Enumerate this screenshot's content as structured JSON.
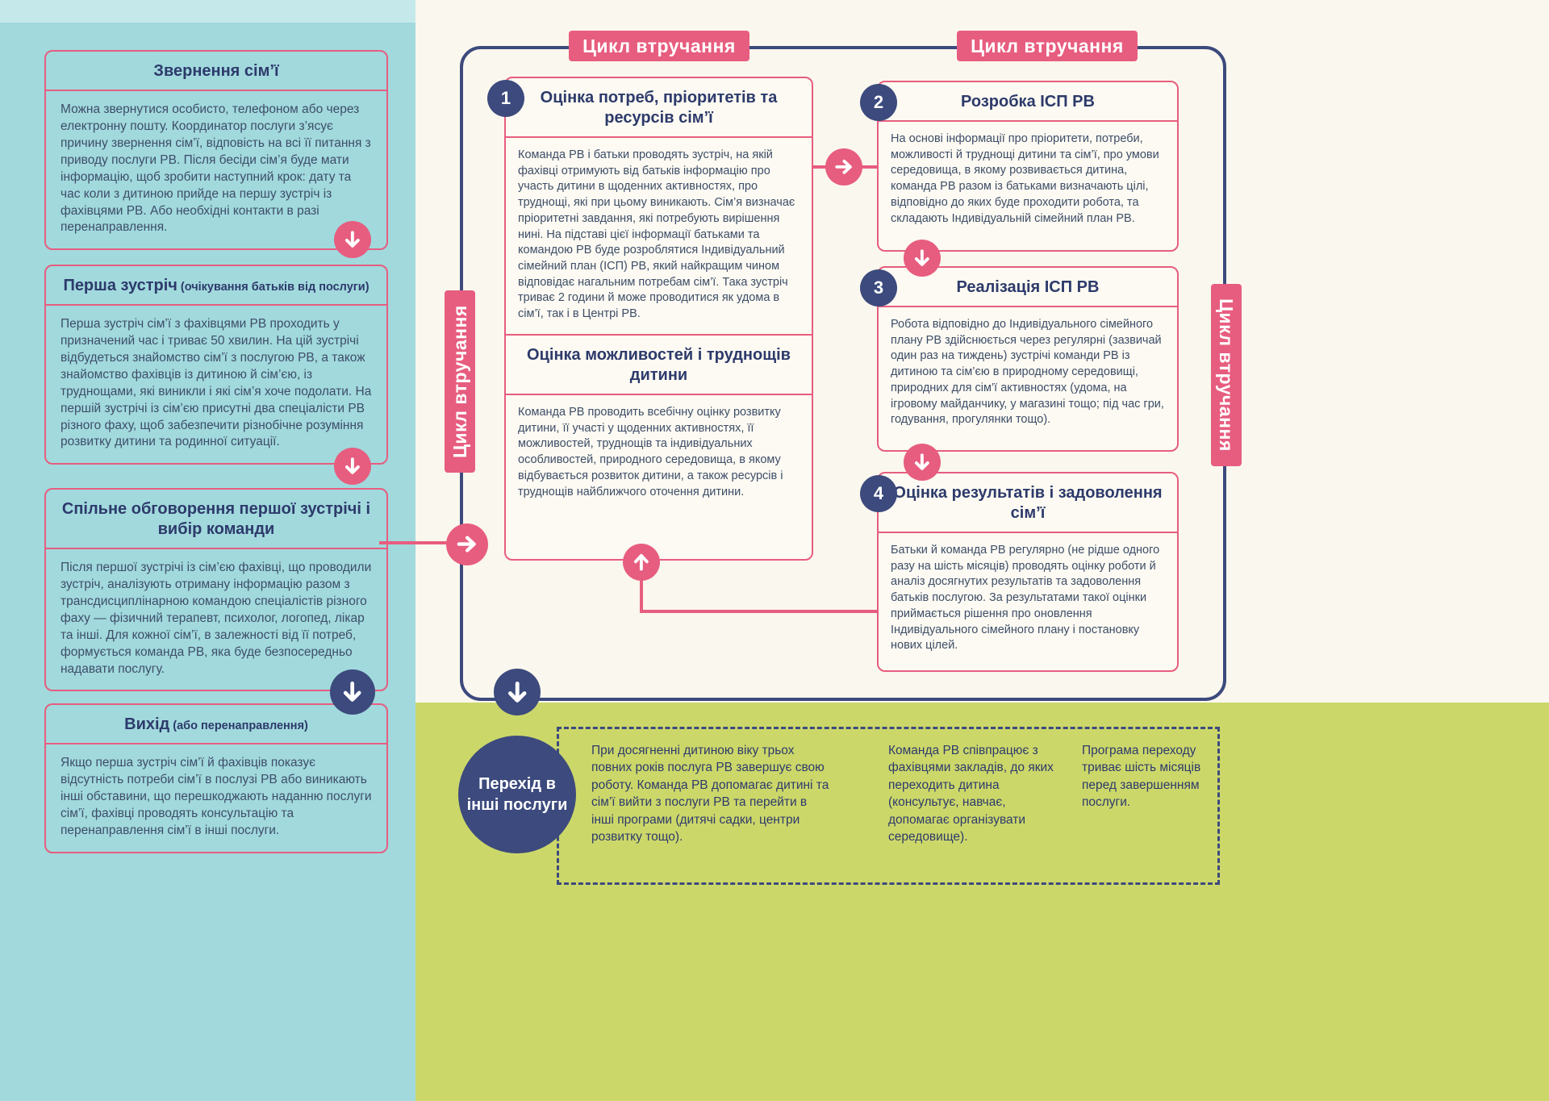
{
  "colors": {
    "cyan": "#a1d9dd",
    "cream": "#faf7ee",
    "green": "#ccd76a",
    "pink": "#e75d7f",
    "navy": "#3c4a7d",
    "navy-text": "#2d3a6b",
    "text": "#3e4d68"
  },
  "left_column": {
    "boxes": [
      {
        "title": "Звернення сім’ї",
        "title_suffix": "",
        "body": "Можна звернутися особисто, телефоном або через електронну пошту. Координатор послуги з’ясує причину звернення сім’ї, відповість на всі її питання з приводу послуги РВ. Після бесіди сім’я буде мати інформацію, щоб зробити наступний крок: дату та час коли з дитиною прийде на першу зустріч із фахівцями РВ. Або необхідні контакти в разі перенаправлення."
      },
      {
        "title": "Перша зустріч",
        "title_suffix": "(очікування батьків від послуги)",
        "body": "Перша зустріч сім’ї з фахівцями РВ проходить у призначений час і триває 50 хвилин. На цій зустрічі відбудеться знайомство сім’ї з послугою РВ, а також знайомство фахівців із дитиною й сім’єю, із труднощами, які виникли і які сім’я хоче подолати. На першій зустрічі із сім’єю присутні два спеціалісти РВ різного фаху, щоб забезпечити різнобічне розуміння розвитку дитини та родинної ситуації."
      },
      {
        "title": "Спільне обговорення першої зустрічі і вибір команди",
        "title_suffix": "",
        "body": "Після першої зустрічі із сім’єю фахівці, що проводили зустріч, аналізують отриману інформацію разом з трансдисциплінарною командою спеціалістів різного фаху — фізичний терапевт, психолог, логопед, лікар та інші. Для кожної сім’ї, в залежності від її потреб, формується команда РВ, яка буде безпосередньо надавати послугу."
      },
      {
        "title": "Вихід",
        "title_suffix": "(або перенаправлення)",
        "body": "Якщо перша зустріч сім’ї й фахівців показує відсутність потреби сім’ї в послузі РВ або виникають інші обставини, що перешкоджають наданню послуги сім’ї, фахівці проводять консультацію та перенаправлення сім’ї в інші послуги."
      }
    ]
  },
  "cycle": {
    "banner_label": "Цикл втручання",
    "steps": [
      {
        "number": "1",
        "title": "Оцінка потреб, пріоритетів та ресурсів сім’ї",
        "body": "Команда РВ і батьки проводять зустріч, на якій фахівці отримують від батьків інформацію про участь дитини в щоденних активностях, про труднощі, які при цьому виникають. Сім’я визначає пріоритетні завдання, які потребують вирішення нині. На підставі цієї інформації батьками та командою РВ буде розроблятися Індивідуальний сімейний план (ІСП) РВ, який найкращим чином відповідає нагальним потребам сім’ї. Така зустріч триває 2 години й може проводитися як удома в сім’ї, так і в Центрі РВ.",
        "subsection": {
          "title": "Оцінка можливостей і труднощів дитини",
          "body": "Команда РВ проводить всебічну оцінку розвитку дитини, її участі у щоденних активностях, її можливостей, труднощів та індивідуальних особливостей, природного середовища, в якому відбувається розвиток дитини, а також ресурсів і труднощів найближчого оточення дитини."
        }
      },
      {
        "number": "2",
        "title": "Розробка ІСП РВ",
        "body": "На основі інформації про пріоритети, потреби, можливості й труднощі дитини та сім’ї, про умови середовища, в якому розвивається дитина, команда РВ разом із батьками визначають цілі, відповідно до яких буде проходити робота, та складають Індивідуальній сімейний план РВ."
      },
      {
        "number": "3",
        "title": "Реалізація ІСП РВ",
        "body": "Робота відповідно до Індивідуального сімейного плану РВ здійснюється через регулярні (зазвичай один раз на тиждень) зустрічі команди РВ із дитиною та сім’єю в природному середовищі, природних для сім’ї активностях (удома, на ігровому майданчику, у магазині тощо; під час гри, годування, прогулянки тощо)."
      },
      {
        "number": "4",
        "title": "Оцінка результатів і задоволення сім’ї",
        "body": "Батьки й команда РВ регулярно (не рідше одного разу на шість місяців) проводять оцінку роботи й аналіз досягнутих результатів та задоволення батьків послугою. За результатами такої оцінки приймається рішення про оновлення Індивідуального сімейного плану і постановку нових цілей."
      }
    ]
  },
  "transition": {
    "circle_label": "Перехід в інші послуги",
    "notes": [
      "При досягненні дитиною віку трьох повних років послуга РВ завершує свою роботу. Команда РВ допомагає дитині та сім’ї вийти з послуги РВ та перейти в інші програми (дитячі садки, центри розвитку тощо).",
      "Команда РВ співпрацює з фахівцями закладів, до яких переходить дитина (консультує, навчає, допомагає організувати середовище).",
      "Програма переходу триває шість місяців перед завершенням послуги."
    ]
  }
}
